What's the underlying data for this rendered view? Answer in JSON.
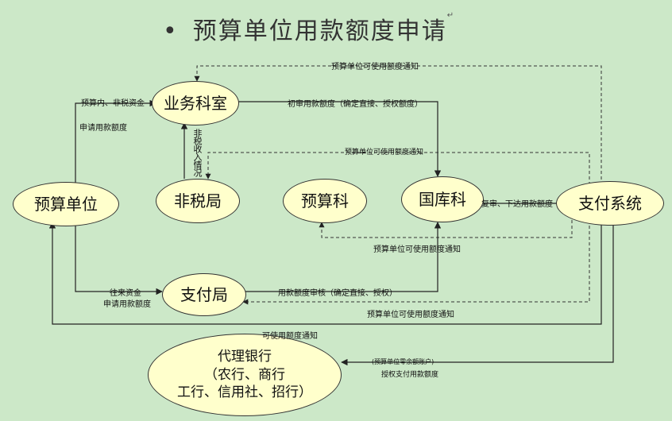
{
  "title": "预算单位用款额度申请",
  "bullet": "•",
  "return_mark": "↵",
  "nodes": {
    "yewukeshi": "业务科室",
    "yusuandanwei": "预算单位",
    "feishuiju": "非税局",
    "yusuanke": "预算科",
    "guokuke": "国库科",
    "zhifuxitong": "支付系统",
    "zhifuju": "支付局",
    "dailiyinhang": "代理银行\n（农行、商行\n工行、信用社、招行）"
  },
  "edge_labels": {
    "top_notice": "预算单位可使用额度通知",
    "budget_inner": "预算内、非税资金",
    "apply_quota": "申请用款额度",
    "first_review": "初审用款额度（确定直接、授权额度）",
    "nontax_income": "非税收入情况",
    "mid_notice": "预算单位可使用额度通知",
    "recheck": "复审、下达用款额度",
    "yusuanke_notice": "预算单位可使用额度通知",
    "transit_funds": "往来资金",
    "apply_quota_2": "申请用款额度",
    "zhifuju_review": "用款额度审核（确定直接、授权）",
    "zhifuju_notice": "预算单位可使用额度通知",
    "usable_notice": "可使用额度通知",
    "bank_account": "(预算单位零余额账户)",
    "authorize_quota": "授权支付用款额度"
  }
}
